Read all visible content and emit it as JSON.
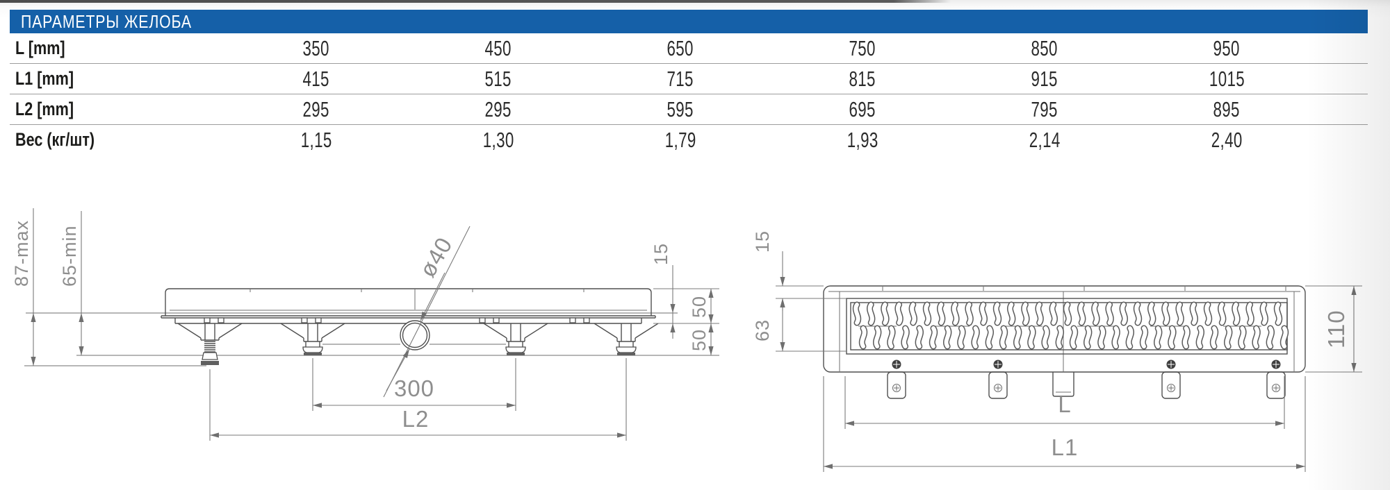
{
  "title_bar": {
    "text": "ПАРАМЕТРЫ ЖЕЛОБА"
  },
  "table": {
    "rows": [
      {
        "label": "L [mm]",
        "values": [
          "350",
          "450",
          "650",
          "750",
          "850",
          "950"
        ]
      },
      {
        "label": "L1 [mm]",
        "values": [
          "415",
          "515",
          "715",
          "815",
          "915",
          "1015"
        ]
      },
      {
        "label": "L2 [mm]",
        "values": [
          "295",
          "295",
          "595",
          "695",
          "795",
          "895"
        ]
      },
      {
        "label": "Вес (кг/шт)",
        "values": [
          "1,15",
          "1,30",
          "1,79",
          "1,93",
          "2,14",
          "2,40"
        ]
      }
    ]
  },
  "side_view": {
    "labels": {
      "install_height_max": "87-max",
      "install_height_min": "65-min",
      "drain_diameter": "ø40",
      "rim_offset": "15",
      "body_depth_upper": "50",
      "body_depth_lower": "50",
      "outlet_span": "300",
      "support_span": "L2"
    }
  },
  "top_view": {
    "labels": {
      "rim_offset": "15",
      "grate_width": "63",
      "channel_width": "110",
      "channel_length": "L",
      "total_length": "L1"
    }
  },
  "colors": {
    "header_blue": "#1560a8",
    "line_gray": "#4f4f4f",
    "dim_text_gray": "#8e8e8e"
  }
}
